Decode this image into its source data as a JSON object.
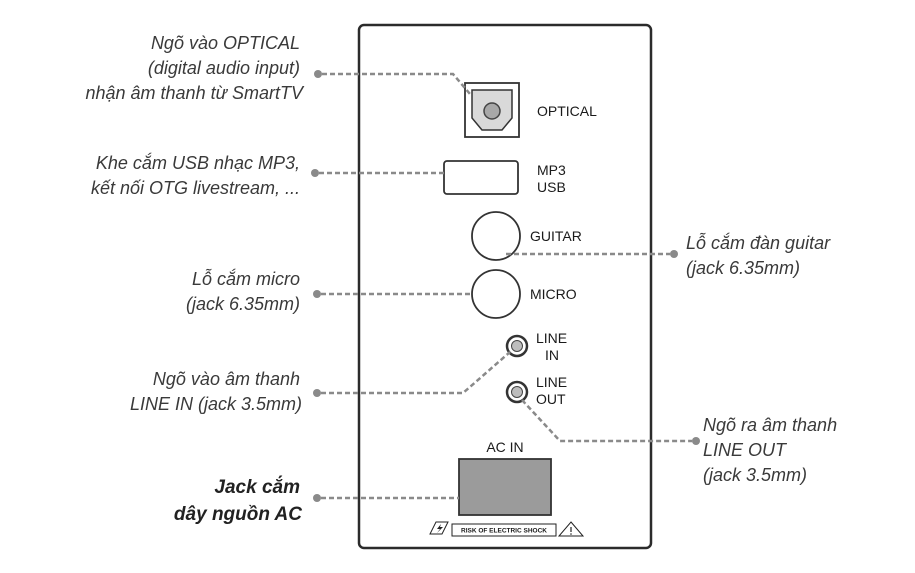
{
  "callouts": {
    "optical": [
      "Ngõ vào OPTICAL",
      "(digital audio input)",
      "nhận âm thanh từ SmartTV"
    ],
    "usb": [
      "Khe cắm USB nhạc MP3,",
      "kết nối OTG livestream, ..."
    ],
    "guitar": [
      "Lỗ cắm đàn guitar",
      "(jack 6.35mm)"
    ],
    "micro": [
      "Lỗ cắm micro",
      "(jack 6.35mm)"
    ],
    "line_in": [
      "Ngõ vào âm thanh",
      "LINE IN (jack 3.5mm)"
    ],
    "line_out": [
      "Ngõ ra âm thanh",
      "LINE OUT",
      "(jack 3.5mm)"
    ],
    "ac": [
      "Jack cắm",
      "dây nguồn AC"
    ]
  },
  "panel": {
    "optical": "OPTICAL",
    "mp3": "MP3",
    "usb": "USB",
    "guitar": "GUITAR",
    "micro": "MICRO",
    "line_in_1": "LINE",
    "line_in_2": "IN",
    "line_out_1": "LINE",
    "line_out_2": "OUT",
    "ac_in": "AC IN",
    "warning": "RISK OF ELECTRIC SHOCK"
  },
  "icons": {
    "lightning": "lightning-warning-icon",
    "exclamation": "exclamation-warning-icon"
  },
  "colors": {
    "leader": "#8a8a8a",
    "panel_border": "#2b2b2b",
    "ac_socket": "#9b9b9b"
  }
}
